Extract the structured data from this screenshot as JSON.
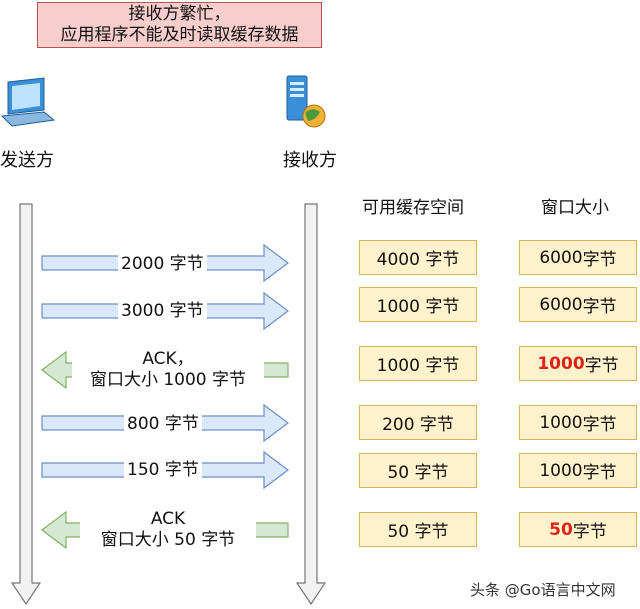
{
  "title": {
    "line1": "接收方繁忙，",
    "line2": "应用程序不能及时读取缓存数据"
  },
  "actors": {
    "sender": "发送方",
    "receiver": "接收方"
  },
  "headers": {
    "buffer": "可用缓存空间",
    "window": "窗口大小"
  },
  "messages": [
    {
      "direction": "send",
      "label": "2000 字节"
    },
    {
      "direction": "send",
      "label": "3000 字节"
    },
    {
      "direction": "ack",
      "line1": "ACK，",
      "line2": "窗口大小 1000 字节"
    },
    {
      "direction": "send",
      "label": "800 字节"
    },
    {
      "direction": "send",
      "label": "150 字节"
    },
    {
      "direction": "ack",
      "line1": "ACK",
      "line2": "窗口大小 50 字节"
    }
  ],
  "rows": [
    {
      "buffer": "4000 字节",
      "window_num": "6000",
      "window_unit": " 字节",
      "highlight": false
    },
    {
      "buffer": "1000 字节",
      "window_num": "6000",
      "window_unit": " 字节",
      "highlight": false
    },
    {
      "buffer": "1000 字节",
      "window_num": "1000",
      "window_unit": " 字节",
      "highlight": true
    },
    {
      "buffer": "200 字节",
      "window_num": "1000",
      "window_unit": " 字节",
      "highlight": false
    },
    {
      "buffer": "50 字节",
      "window_num": "1000",
      "window_unit": " 字节",
      "highlight": false
    },
    {
      "buffer": "50 字节",
      "window_num": "50",
      "window_unit": " 字节",
      "highlight": true
    }
  ],
  "watermark": "头条 @Go语言中文网",
  "colors": {
    "send_fill": "#dae8fc",
    "send_stroke": "#6c8ebf",
    "ack_fill": "#d5e8d4",
    "ack_stroke": "#82b366",
    "cell_fill": "#fff2cc",
    "cell_stroke": "#d6b656",
    "highlight_text": "#e0231a"
  }
}
